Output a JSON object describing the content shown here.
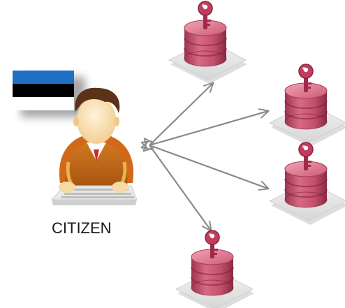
{
  "citizen": {
    "label": "CITIZEN",
    "flag": {
      "name": "estonia-flag",
      "stripes": [
        "#1f6fc5",
        "#000000",
        "#ffffff"
      ]
    }
  },
  "connections": {
    "count": 4,
    "arrow_color": "#8a8a8a"
  },
  "databases": [
    {
      "name": "database-top",
      "icon": "key-database-icon"
    },
    {
      "name": "database-upper-right",
      "icon": "key-database-icon"
    },
    {
      "name": "database-lower-right",
      "icon": "key-database-icon"
    },
    {
      "name": "database-bottom",
      "icon": "key-database-icon"
    }
  ],
  "colors": {
    "db_body": "#c4506a",
    "db_dark": "#8e2a44",
    "key": "#b03050",
    "platform": "#e8e8e8",
    "shirt": "#c46a1a",
    "sweater_stripe": "#e8b040"
  }
}
